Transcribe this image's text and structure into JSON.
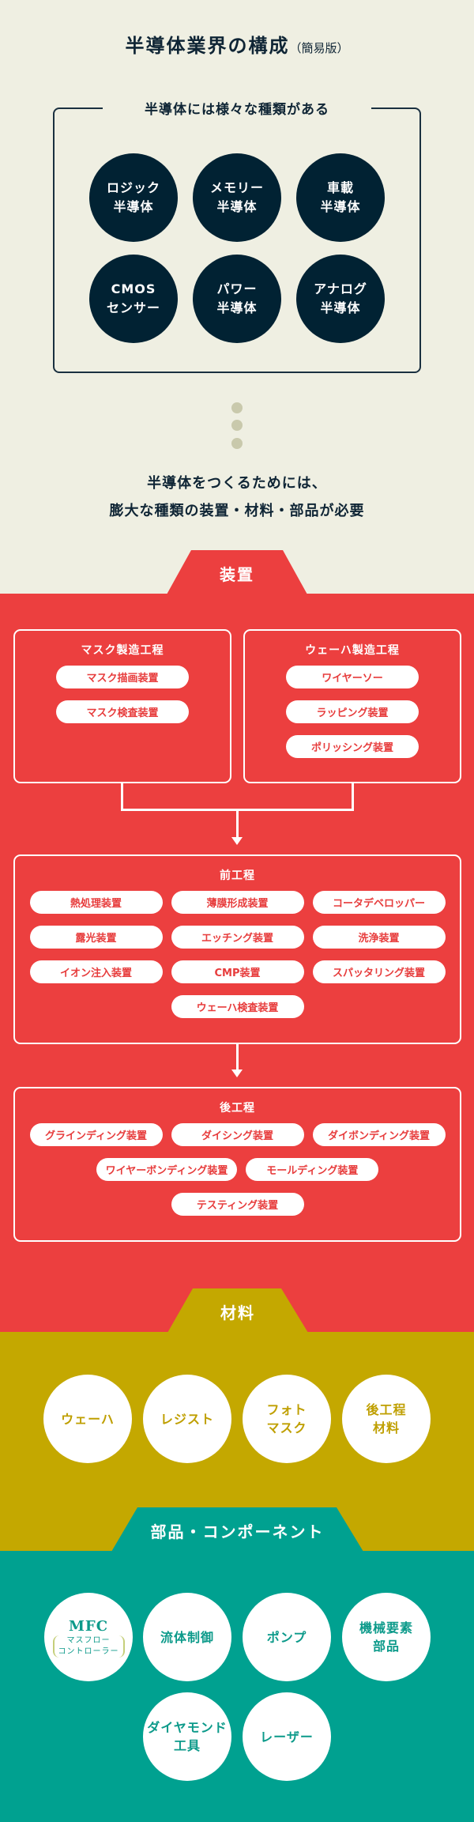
{
  "header": {
    "title": "半導体業界の構成",
    "subtitle": "（簡易版）"
  },
  "types": {
    "label": "半導体には様々な種類がある",
    "items": [
      {
        "line1": "ロジック",
        "line2": "半導体"
      },
      {
        "line1": "メモリー",
        "line2": "半導体"
      },
      {
        "line1": "車載",
        "line2": "半導体"
      },
      {
        "line1": "CMOS",
        "line2": "センサー"
      },
      {
        "line1": "パワー",
        "line2": "半導体"
      },
      {
        "line1": "アナログ",
        "line2": "半導体"
      }
    ]
  },
  "lead": {
    "line1": "半導体をつくるためには、",
    "line2": "膨大な種類の装置・材料・部品が必要"
  },
  "equipment": {
    "label": "装置",
    "mask": {
      "title": "マスク製造工程",
      "items": [
        "マスク描画装置",
        "マスク検査装置"
      ]
    },
    "wafer": {
      "title": "ウェーハ製造工程",
      "items": [
        "ワイヤーソー",
        "ラッピング装置",
        "ポリッシング装置"
      ]
    },
    "front": {
      "title": "前工程",
      "items": [
        "熱処理装置",
        "薄膜形成装置",
        "コータデベロッパー",
        "露光装置",
        "エッチング装置",
        "洗浄装置",
        "イオン注入装置",
        "CMP装置",
        "スパッタリング装置",
        "ウェーハ検査装置"
      ]
    },
    "back": {
      "title": "後工程",
      "items": [
        "グラインディング装置",
        "ダイシング装置",
        "ダイボンディング装置",
        "ワイヤーボンディング装置",
        "モールディング装置",
        "テスティング装置"
      ]
    }
  },
  "materials": {
    "label": "材料",
    "items": [
      {
        "line1": "ウェーハ",
        "line2": ""
      },
      {
        "line1": "レジスト",
        "line2": ""
      },
      {
        "line1": "フォト",
        "line2": "マスク"
      },
      {
        "line1": "後工程",
        "line2": "材料"
      }
    ]
  },
  "components": {
    "label": "部品・コンポーネント",
    "mfc": {
      "abbr": "MFC",
      "sub1": "マスフロー",
      "sub2": "コントローラー"
    },
    "items": [
      {
        "line1": "流体制御",
        "line2": ""
      },
      {
        "line1": "ポンプ",
        "line2": ""
      },
      {
        "line1": "機械要素",
        "line2": "部品"
      },
      {
        "line1": "ダイヤモンド",
        "line2": "工具"
      },
      {
        "line1": "レーザー",
        "line2": ""
      }
    ]
  },
  "colors": {
    "navy": "#012233",
    "red": "#ec3f3f",
    "olive": "#c4a800",
    "teal": "#00a190",
    "cream": "#efefe2"
  }
}
